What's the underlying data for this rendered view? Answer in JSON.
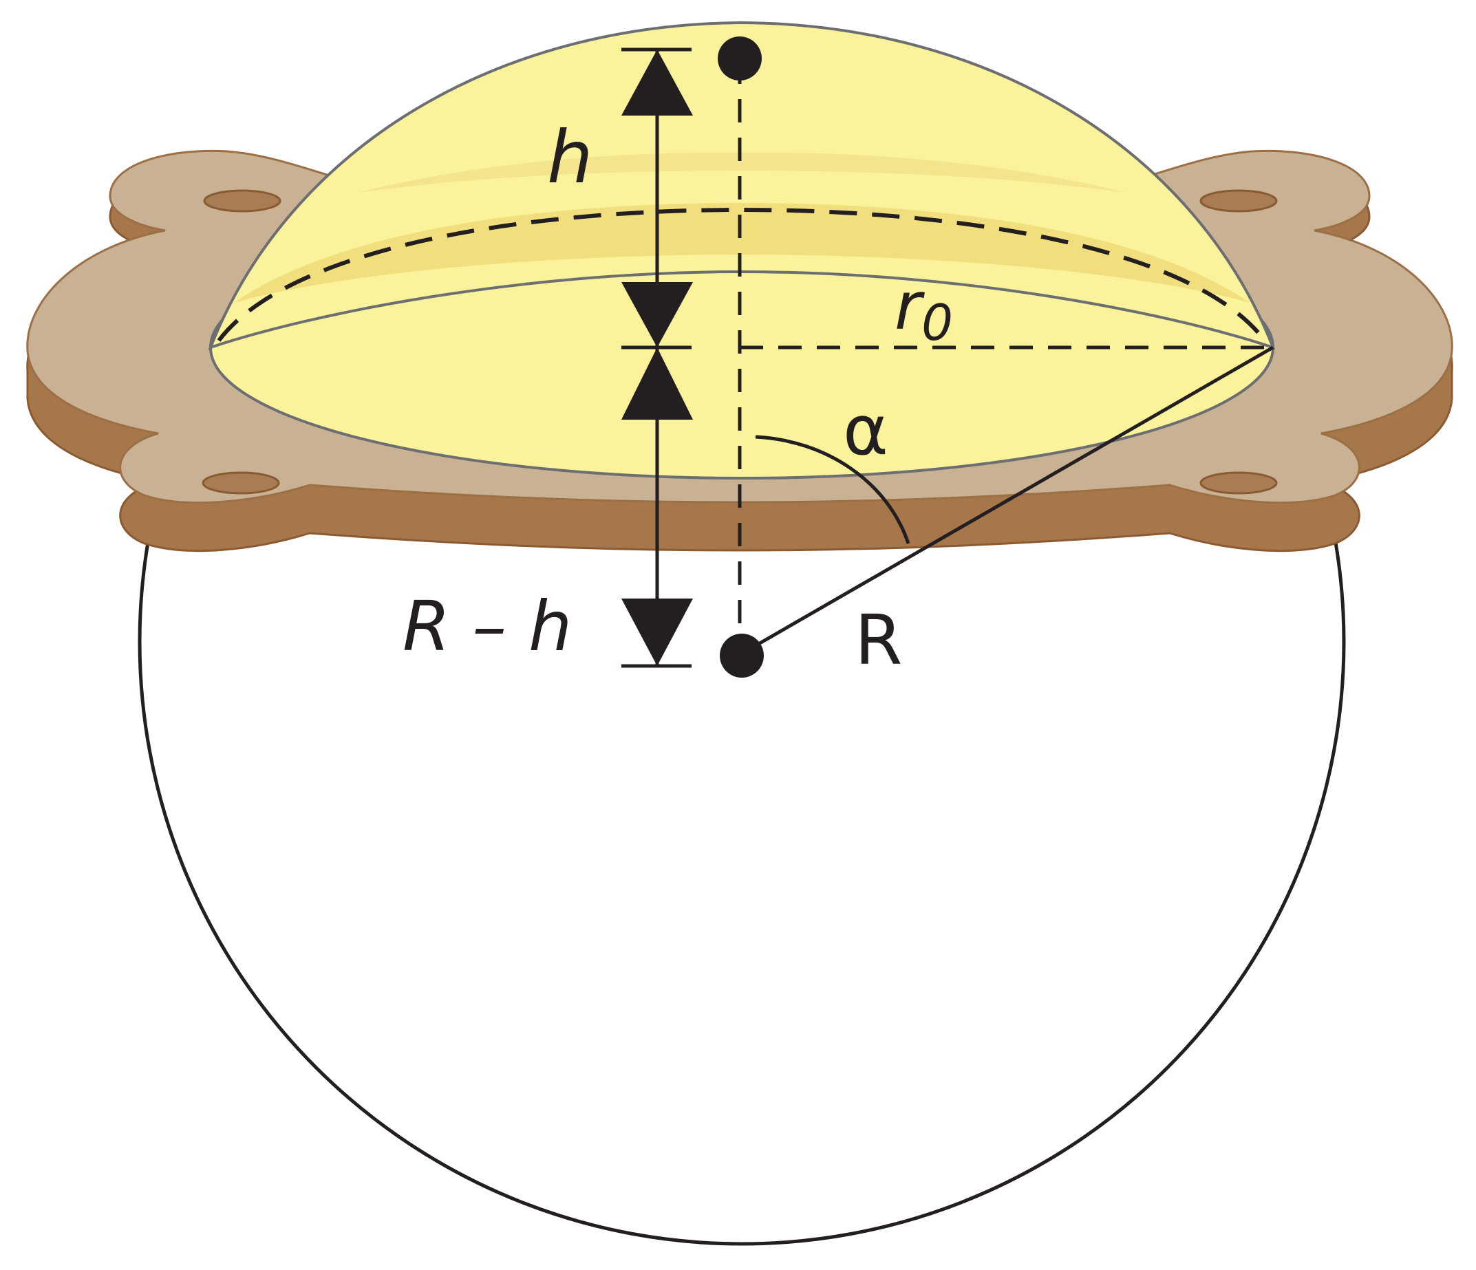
{
  "labels": {
    "h": "h",
    "r_main": "r",
    "r_sub": "0",
    "alpha": "α",
    "R": "R",
    "R_minus_h": "R – h"
  },
  "colors": {
    "dome_fill": "#fbf29c",
    "dome_light": "#fdf7b8",
    "dome_band": "#f0db79",
    "flange_top": "#c9b293",
    "flange_side": "#a6774b",
    "flange_edge": "#8a5a32",
    "line": "#231f20",
    "background": "#ffffff"
  }
}
